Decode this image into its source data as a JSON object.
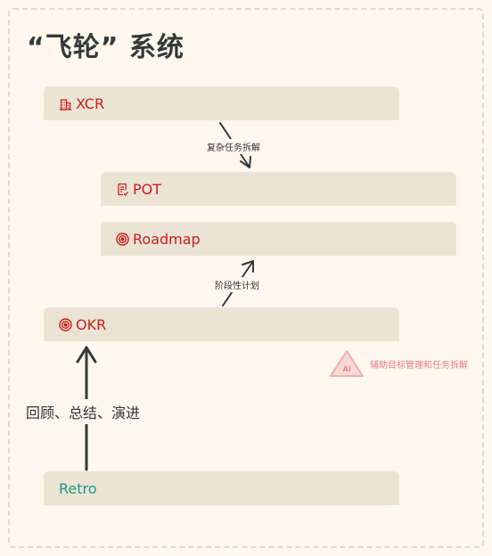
{
  "title": "“飞轮” 系统",
  "nodes": {
    "xcr": {
      "label": "XCR",
      "icon": "building-icon"
    },
    "pot": {
      "label": "POT",
      "icon": "document-icon"
    },
    "roadmap": {
      "label": "Roadmap",
      "icon": "target-icon"
    },
    "okr": {
      "label": "OKR",
      "icon": "target-icon"
    },
    "retro": {
      "label": "Retro"
    }
  },
  "edges": {
    "xcr_to_pot": "复杂任务拆解",
    "okr_to_roadmap": "阶段性计划",
    "retro_to_okr": "回顾、总结、演进"
  },
  "ai_note": {
    "badge": "AI",
    "text": "辅助目标管理和任务拆解"
  },
  "colors": {
    "background": "#fff8ee",
    "box": "#ebe4d4",
    "label_red": "#c91e1e",
    "label_teal": "#23948c",
    "ai_pink": "#e07f80"
  }
}
